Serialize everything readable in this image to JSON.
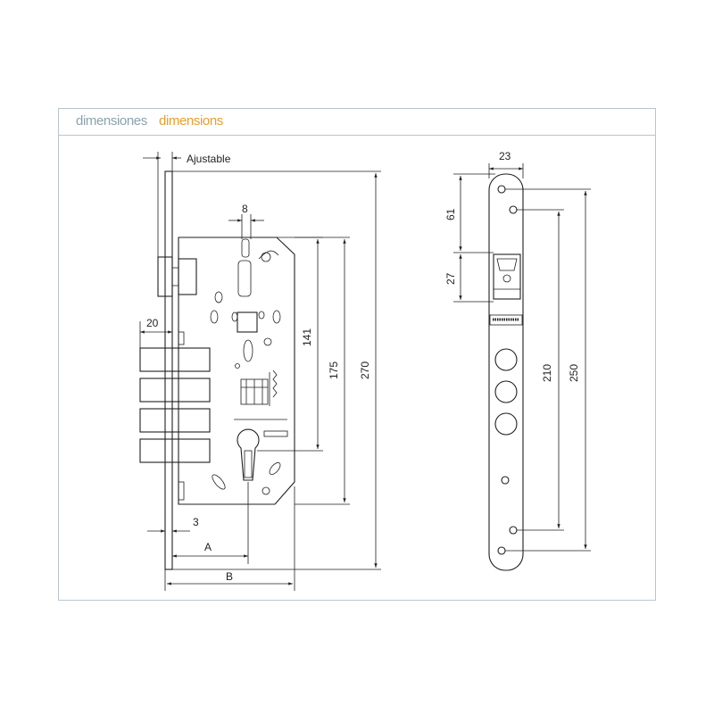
{
  "header": {
    "title_spanish": "dimensiones",
    "title_english": "dimensions",
    "colors": {
      "spanish": "#8aa2ad",
      "english": "#e3a02c",
      "border": "#b9c6cc"
    }
  },
  "front_view": {
    "label_adjustable": "Ajustable",
    "dims": {
      "bolt_throw": "20",
      "spindle": "8",
      "h141": "141",
      "h175": "175",
      "h270": "270",
      "offset": "3",
      "a": "A",
      "b": "B"
    }
  },
  "side_view": {
    "dims": {
      "width": "23",
      "top": "61",
      "latch": "27",
      "h210": "210",
      "h250": "250"
    }
  }
}
